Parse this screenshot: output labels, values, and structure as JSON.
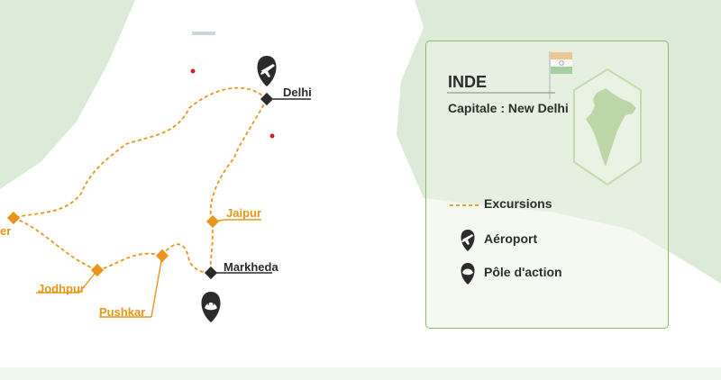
{
  "map": {
    "cities": [
      {
        "id": "delhi",
        "label": "Delhi",
        "type": "aeroport"
      },
      {
        "id": "jaipur",
        "label": "Jaipur",
        "type": "excursion"
      },
      {
        "id": "markheda",
        "label": "Markheda",
        "type": "pole"
      },
      {
        "id": "jodhpur",
        "label": "Jodhpur",
        "type": "excursion"
      },
      {
        "id": "pushkar",
        "label": "Pushkar",
        "type": "excursion"
      },
      {
        "id": "jaisalmer",
        "label": "er",
        "type": "excursion"
      }
    ],
    "colors": {
      "route": "#e8961a",
      "land": "#dcebd8",
      "marker": "#2b2b2b",
      "accent": "#8cbc5f"
    }
  },
  "card": {
    "country": "INDE",
    "capital": "Capitale : New Delhi",
    "legend": {
      "excursions": "Excursions",
      "aeroport": "Aéroport",
      "pole": "Pôle d'action"
    },
    "icons": [
      "india-flag-icon",
      "india-outline-icon",
      "plane-pin-icon",
      "lotus-pin-icon"
    ]
  }
}
